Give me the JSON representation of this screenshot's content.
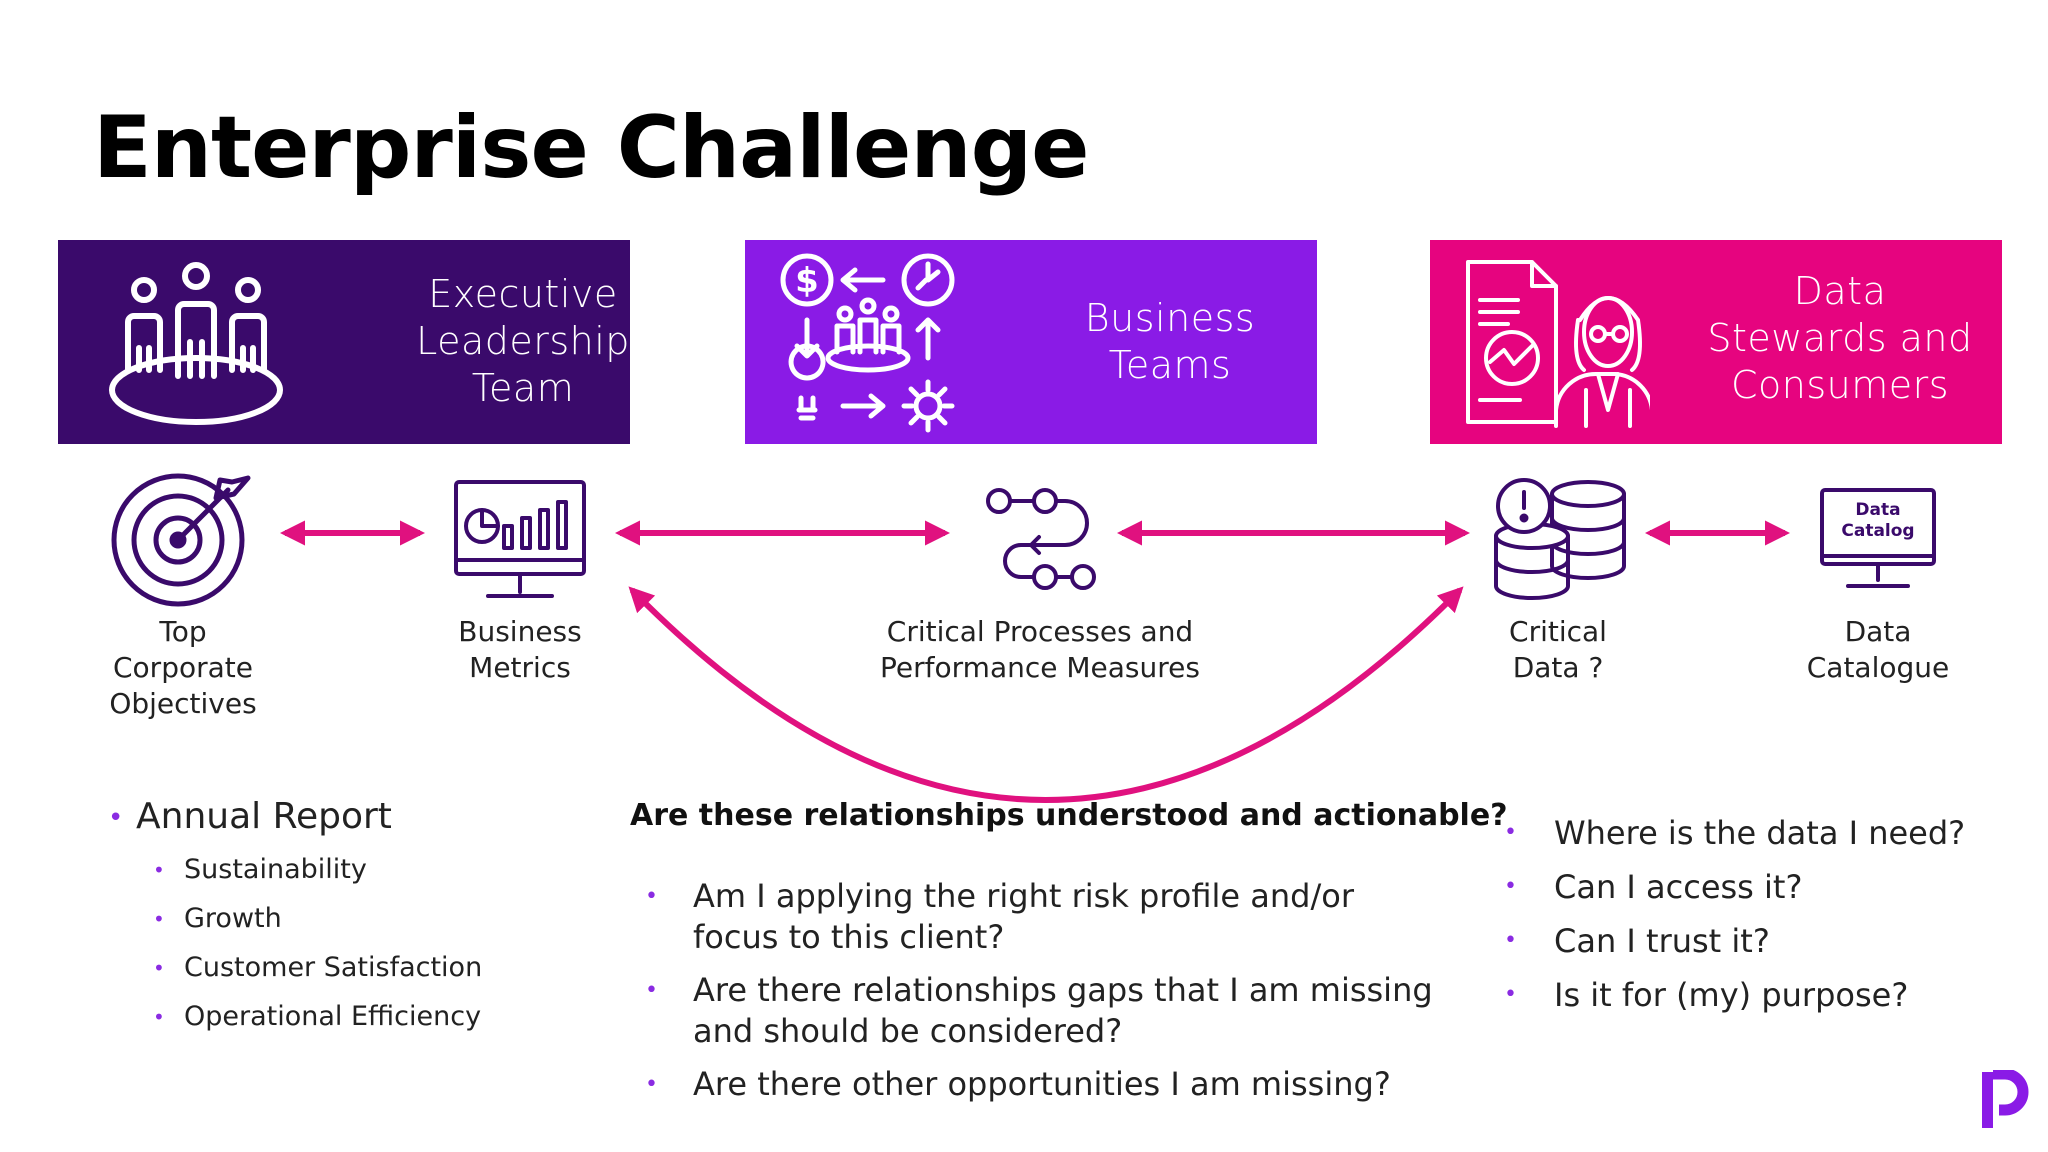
{
  "title": "Enterprise Challenge",
  "colors": {
    "executive": "#3a0a6b",
    "business": "#8a1be6",
    "stewards": "#e6047f",
    "arrow": "#e0117f",
    "icon": "#3a0a6b",
    "bullet": "#8a2be2"
  },
  "panels": [
    {
      "id": "executive",
      "icon": "people-on-platform-icon",
      "lines": [
        "Executive",
        "Leadership",
        "Team"
      ]
    },
    {
      "id": "business",
      "icon": "business-process-cycle-icon",
      "lines": [
        "Business",
        "Teams"
      ]
    },
    {
      "id": "stewards",
      "icon": "analyst-with-report-icon",
      "lines": [
        "Data",
        "Stewards and",
        "Consumers"
      ]
    }
  ],
  "nodes": [
    {
      "id": "objectives",
      "icon": "target-icon",
      "lines": [
        "Top",
        "Corporate",
        "Objectives"
      ]
    },
    {
      "id": "metrics",
      "icon": "dashboard-monitor-icon",
      "lines": [
        "Business",
        "Metrics"
      ]
    },
    {
      "id": "processes",
      "icon": "process-flow-icon",
      "lines": [
        "Critical Processes and",
        "Performance Measures"
      ]
    },
    {
      "id": "critical-data",
      "icon": "database-alert-icon",
      "lines": [
        "Critical",
        "Data ?"
      ]
    },
    {
      "id": "catalogue",
      "icon": "data-catalog-monitor-icon",
      "icon_text": [
        "Data",
        "Catalog"
      ],
      "lines": [
        "Data",
        "Catalogue"
      ]
    }
  ],
  "question": "Are these relationships understood and actionable?",
  "left_list": {
    "main": "Annual Report",
    "items": [
      "Sustainability",
      "Growth",
      "Customer Satisfaction",
      "Operational Efficiency"
    ]
  },
  "middle_list": [
    [
      "Am I applying the right risk profile and/or",
      "focus to this client?"
    ],
    [
      "Are there relationships gaps that I am missing",
      "and should be considered?"
    ],
    [
      "Are there other opportunities I am missing?"
    ]
  ],
  "right_list": [
    "Where is the data I need?",
    "Can I access it?",
    "Can I trust it?",
    "Is it for (my) purpose?"
  ],
  "logo": "p-logo-icon"
}
